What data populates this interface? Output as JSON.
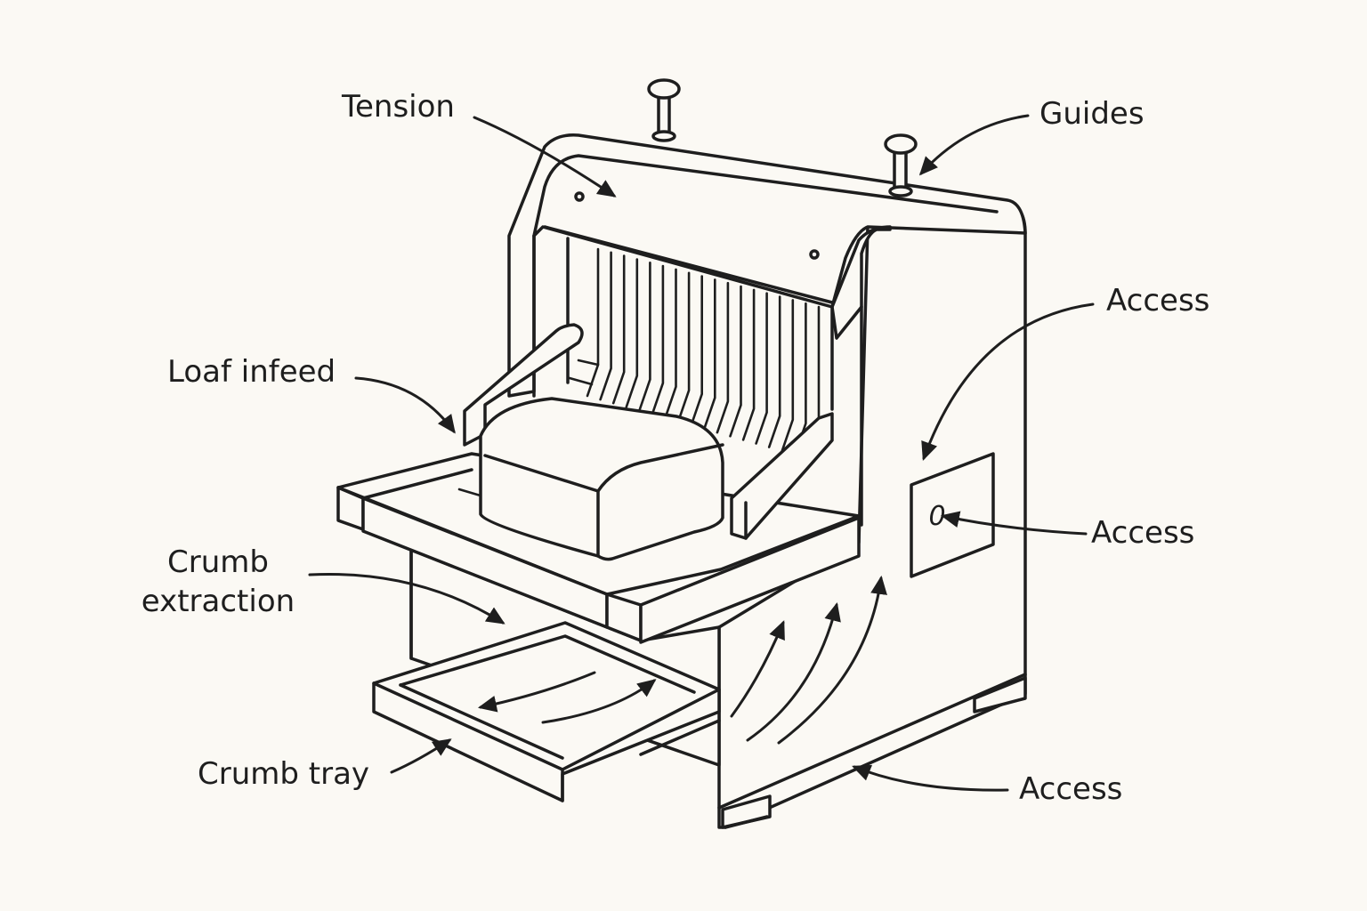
{
  "diagram": {
    "labels": {
      "tension": "Tension",
      "guides": "Guides",
      "access_side": "Access",
      "loaf_infeed": "Loaf infeed",
      "access_panel": "Access",
      "crumb_extraction_1": "Crumb",
      "crumb_extraction_2": "extraction",
      "crumb_tray": "Crumb tray",
      "access_bottom": "Access"
    },
    "panel_marking": "0",
    "colors": {
      "background": "#fbf9f4",
      "ink": "#1e1e1e"
    }
  }
}
